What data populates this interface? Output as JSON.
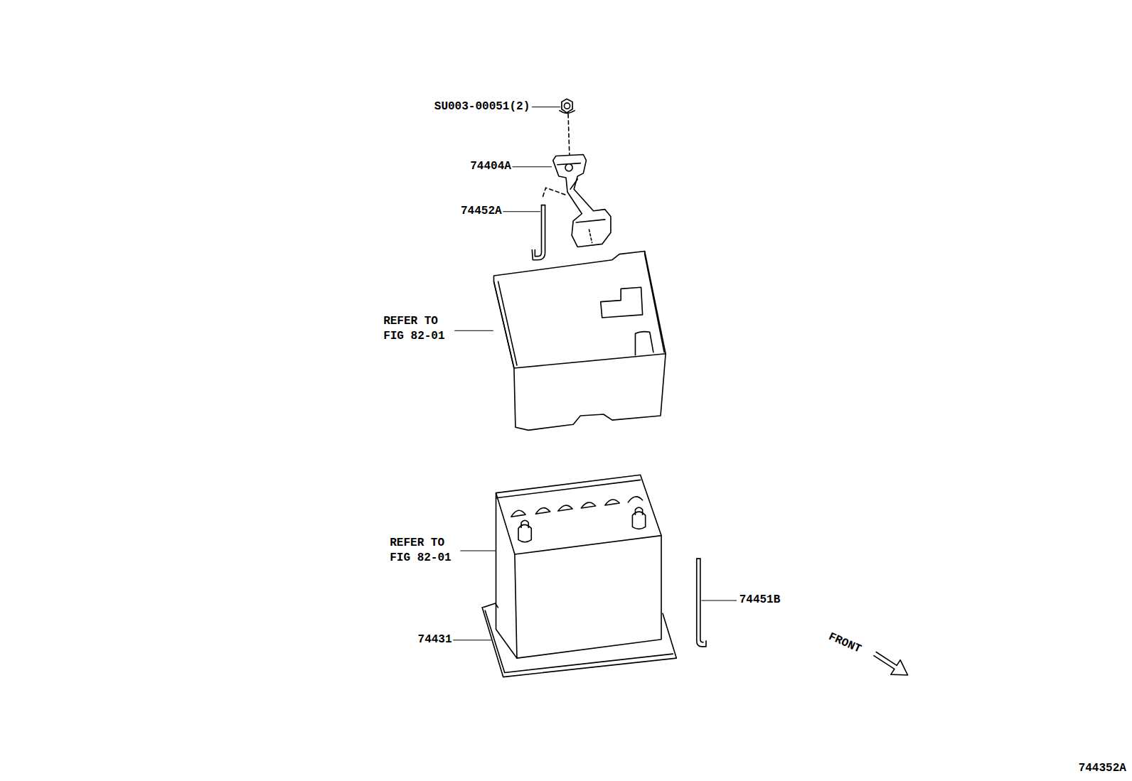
{
  "diagram": {
    "labels": [
      "SU003-00051(2)",
      "74404A",
      "74452A",
      "REFER TO FIG 82-01",
      "REFER TO FIG 82-01",
      "74431",
      "74451B",
      "FRONT",
      "744352A"
    ]
  }
}
